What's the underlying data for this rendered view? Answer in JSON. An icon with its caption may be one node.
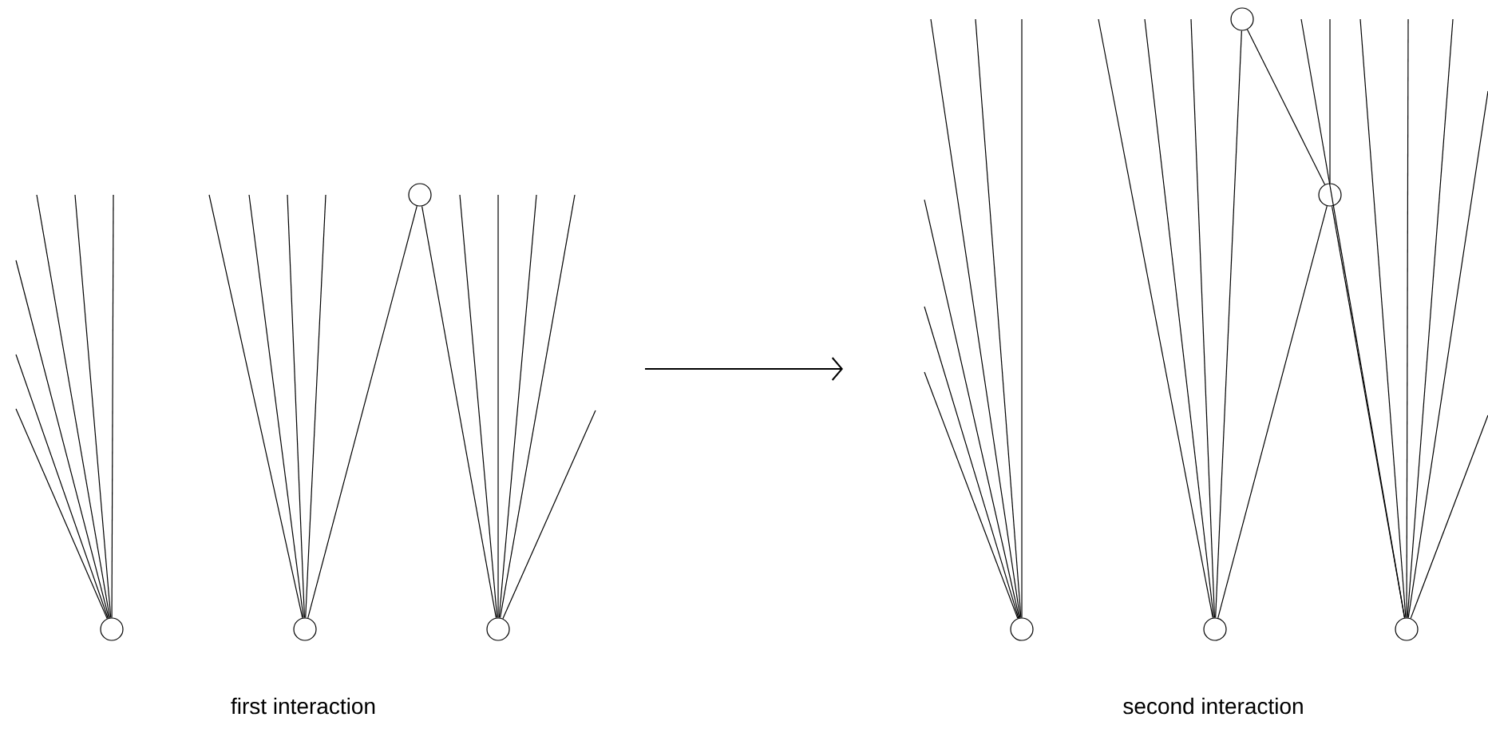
{
  "diagram": {
    "nodes": [
      {
        "text": [],
        "shape": "circle"
      },
      {
        "text": [],
        "shape": "circle"
      },
      {
        "text": [],
        "shape": "circle"
      },
      {
        "text": [],
        "shape": "circle"
      },
      {
        "text": [],
        "shape": "circle"
      },
      {
        "text": [],
        "shape": "circle"
      },
      {
        "text": [],
        "shape": "circle"
      },
      {
        "text": [],
        "shape": "circle"
      },
      {
        "text": [],
        "shape": "circle"
      }
    ],
    "edges": [
      {
        "from": 1,
        "to": 2,
        "arrow": "none"
      },
      {
        "from": 2,
        "to": 3,
        "arrow": "none"
      },
      {
        "from": 5,
        "to": 6,
        "arrow": "none"
      },
      {
        "from": 6,
        "to": 7,
        "arrow": "none"
      },
      {
        "from": 5,
        "to": 7,
        "arrow": "none"
      },
      {
        "from": 7,
        "to": 8,
        "arrow": "none"
      },
      {
        "from": 0,
        "to": null,
        "arrow": "none"
      },
      {
        "from": 0,
        "to": null,
        "arrow": "none"
      },
      {
        "from": 0,
        "to": null,
        "arrow": "none"
      },
      {
        "from": 0,
        "to": null,
        "arrow": "none"
      },
      {
        "from": 0,
        "to": null,
        "arrow": "none"
      },
      {
        "from": 0,
        "to": null,
        "arrow": "none"
      },
      {
        "from": 1,
        "to": null,
        "arrow": "none"
      },
      {
        "from": 1,
        "to": null,
        "arrow": "none"
      },
      {
        "from": 1,
        "to": null,
        "arrow": "none"
      },
      {
        "from": 1,
        "to": null,
        "arrow": "none"
      },
      {
        "from": 3,
        "to": null,
        "arrow": "none"
      },
      {
        "from": 3,
        "to": null,
        "arrow": "none"
      },
      {
        "from": 3,
        "to": null,
        "arrow": "none"
      },
      {
        "from": 3,
        "to": null,
        "arrow": "none"
      },
      {
        "from": 3,
        "to": null,
        "arrow": "none"
      },
      {
        "from": 4,
        "to": null,
        "arrow": "none"
      },
      {
        "from": 4,
        "to": null,
        "arrow": "none"
      },
      {
        "from": 4,
        "to": null,
        "arrow": "none"
      },
      {
        "from": 4,
        "to": null,
        "arrow": "none"
      },
      {
        "from": 4,
        "to": null,
        "arrow": "none"
      },
      {
        "from": 4,
        "to": null,
        "arrow": "none"
      },
      {
        "from": 5,
        "to": null,
        "arrow": "none"
      },
      {
        "from": 5,
        "to": null,
        "arrow": "none"
      },
      {
        "from": 5,
        "to": null,
        "arrow": "none"
      },
      {
        "from": 7,
        "to": null,
        "arrow": "none"
      },
      {
        "from": 8,
        "to": null,
        "arrow": "none"
      },
      {
        "from": 8,
        "to": null,
        "arrow": "none"
      },
      {
        "from": 8,
        "to": null,
        "arrow": "none"
      },
      {
        "from": 8,
        "to": null,
        "arrow": "none"
      },
      {
        "from": 8,
        "to": null,
        "arrow": "none"
      },
      {
        "from": 8,
        "to": null,
        "arrow": "none"
      }
    ],
    "labels": [
      "first interaction",
      "second interaction"
    ]
  }
}
